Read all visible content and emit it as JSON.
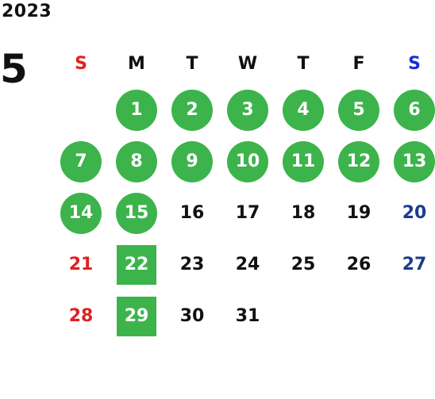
{
  "calendar": {
    "year": "2023",
    "month": "5",
    "weekdays": [
      "S",
      "M",
      "T",
      "W",
      "T",
      "F",
      "S"
    ],
    "colors": {
      "highlight": "#3cb44b",
      "sunday": "#e02020",
      "saturday_header": "#1a2fd0",
      "saturday": "#1e3c8c",
      "text": "#111111"
    },
    "weeks": [
      [
        "",
        "1",
        "2",
        "3",
        "4",
        "5",
        "6"
      ],
      [
        "7",
        "8",
        "9",
        "10",
        "11",
        "12",
        "13"
      ],
      [
        "14",
        "15",
        "16",
        "17",
        "18",
        "19",
        "20"
      ],
      [
        "21",
        "22",
        "23",
        "24",
        "25",
        "26",
        "27"
      ],
      [
        "28",
        "29",
        "30",
        "31",
        "",
        "",
        ""
      ]
    ]
  }
}
